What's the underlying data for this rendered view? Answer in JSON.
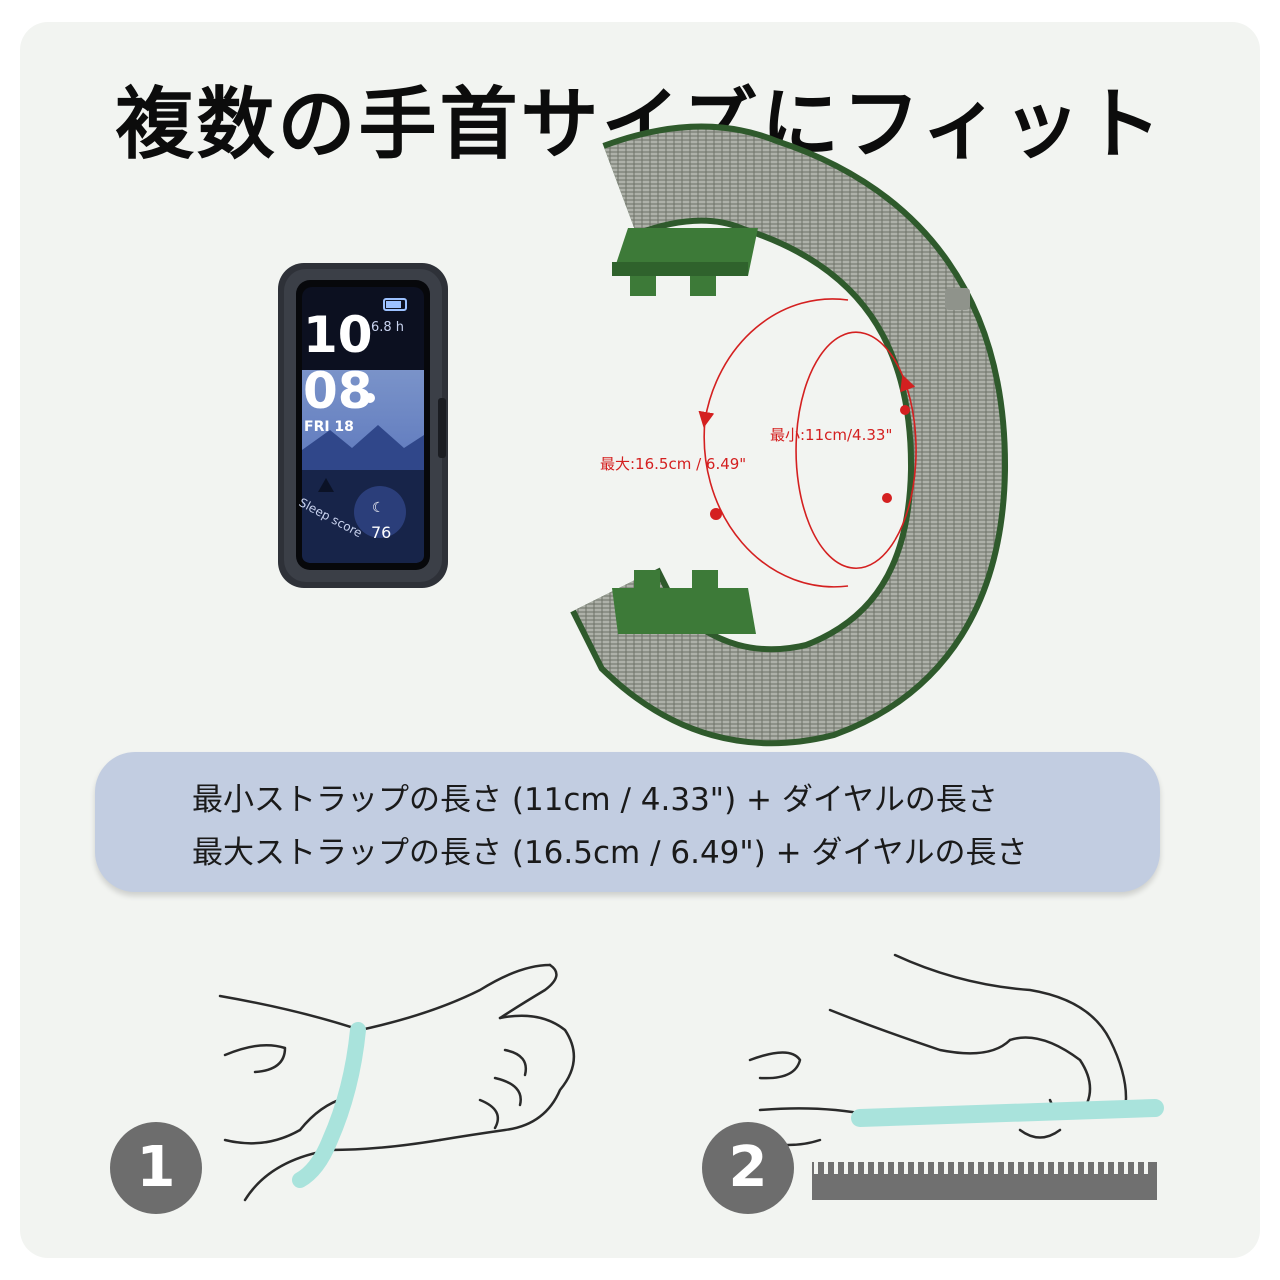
{
  "title": "複数の手首サイズにフィット",
  "watch": {
    "hour": "10",
    "minute": "08",
    "battery": "6.8 h",
    "date": "FRI 18",
    "sleep_label": "Sleep score",
    "sleep_value": "76"
  },
  "strap": {
    "max_label": "最大:16.5cm / 6.49\"",
    "min_label": "最小:11cm/4.33\""
  },
  "info": {
    "line1": "最小ストラップの長さ (11cm / 4.33\") + ダイヤルの長さ",
    "line2": "最大ストラップの長さ (16.5cm / 6.49\") + ダイヤルの長さ"
  },
  "steps": {
    "step1": "1",
    "step2": "2"
  },
  "colors": {
    "accent_red": "#d42020",
    "strap_green": "#2f5a2c",
    "band_teal": "#a9e3dc"
  }
}
